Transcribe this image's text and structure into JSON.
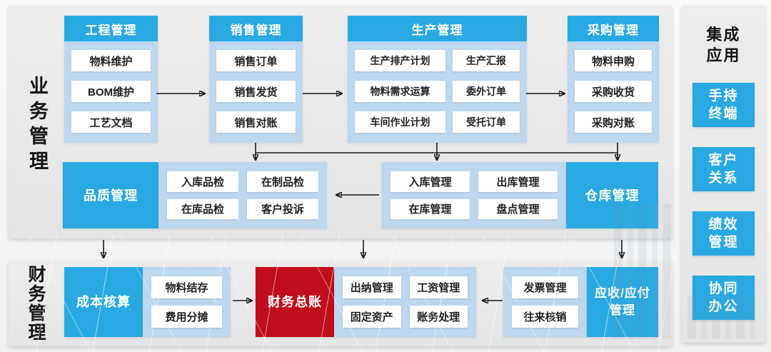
{
  "business_section": {
    "label": "业务管理",
    "groups": [
      {
        "title": "工程管理",
        "items": [
          "物料维护",
          "BOM维护",
          "工艺文档"
        ]
      },
      {
        "title": "销售管理",
        "items": [
          "销售订单",
          "销售发货",
          "销售对账"
        ]
      },
      {
        "title": "生产管理",
        "items": [
          "生产排产计划",
          "生产汇报",
          "物料需求运算",
          "委外订单",
          "车间作业计划",
          "受托订单"
        ]
      },
      {
        "title": "采购管理",
        "items": [
          "物料申购",
          "采购收货",
          "采购对账"
        ]
      }
    ],
    "quality": {
      "title": "品质管理",
      "items": [
        "入库品检",
        "在制品检",
        "在库品检",
        "客户投诉"
      ]
    },
    "warehouse": {
      "title": "仓库管理",
      "items": [
        "入库管理",
        "出库管理",
        "在库管理",
        "盘点管理"
      ]
    }
  },
  "finance_section": {
    "label": "财务管理",
    "cost": {
      "title": "成本核算",
      "items": [
        "物料结存",
        "费用分摊"
      ]
    },
    "ledger": {
      "title": "财务总账",
      "items": [
        "出纳管理",
        "工资管理",
        "固定资产",
        "账务处理"
      ]
    },
    "receivable": {
      "title": "应收/应付\n管理",
      "items": [
        "发票管理",
        "往来核销"
      ]
    }
  },
  "integration_panel": {
    "title": "集成\n应用",
    "items": [
      "手持\n终端",
      "客户\n关系",
      "绩效\n管理",
      "协同\n办公"
    ]
  },
  "colors": {
    "accent_blue": "#29a9e1",
    "container_blue": "#bdd7ee",
    "ledger_red": "#c00d1b",
    "panel_gray": "#e8e8e8"
  }
}
